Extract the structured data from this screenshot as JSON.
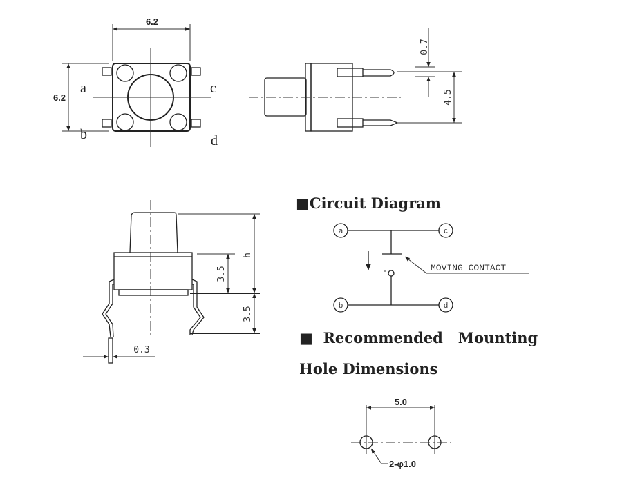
{
  "top_view": {
    "width_dim": "6.2",
    "height_dim": "6.2",
    "terminals": [
      "a",
      "b",
      "c",
      "d"
    ]
  },
  "side_view": {
    "lead_dim": "0.7",
    "pitch_dim": "4.5"
  },
  "front_view": {
    "height_label": "h",
    "body_dim": "3.5",
    "lead_dim": "3.5",
    "lead_width": "0.3"
  },
  "circuit": {
    "title": "■Circuit Diagram",
    "nodes": [
      "a",
      "c",
      "b",
      "d"
    ],
    "annotation": "MOVING CONTACT"
  },
  "mounting": {
    "title_line1": "■  Recommended   Mounting",
    "title_line2": "Hole Dimensions",
    "spacing_dim": "5.0",
    "hole_label": "2-φ1.0"
  }
}
